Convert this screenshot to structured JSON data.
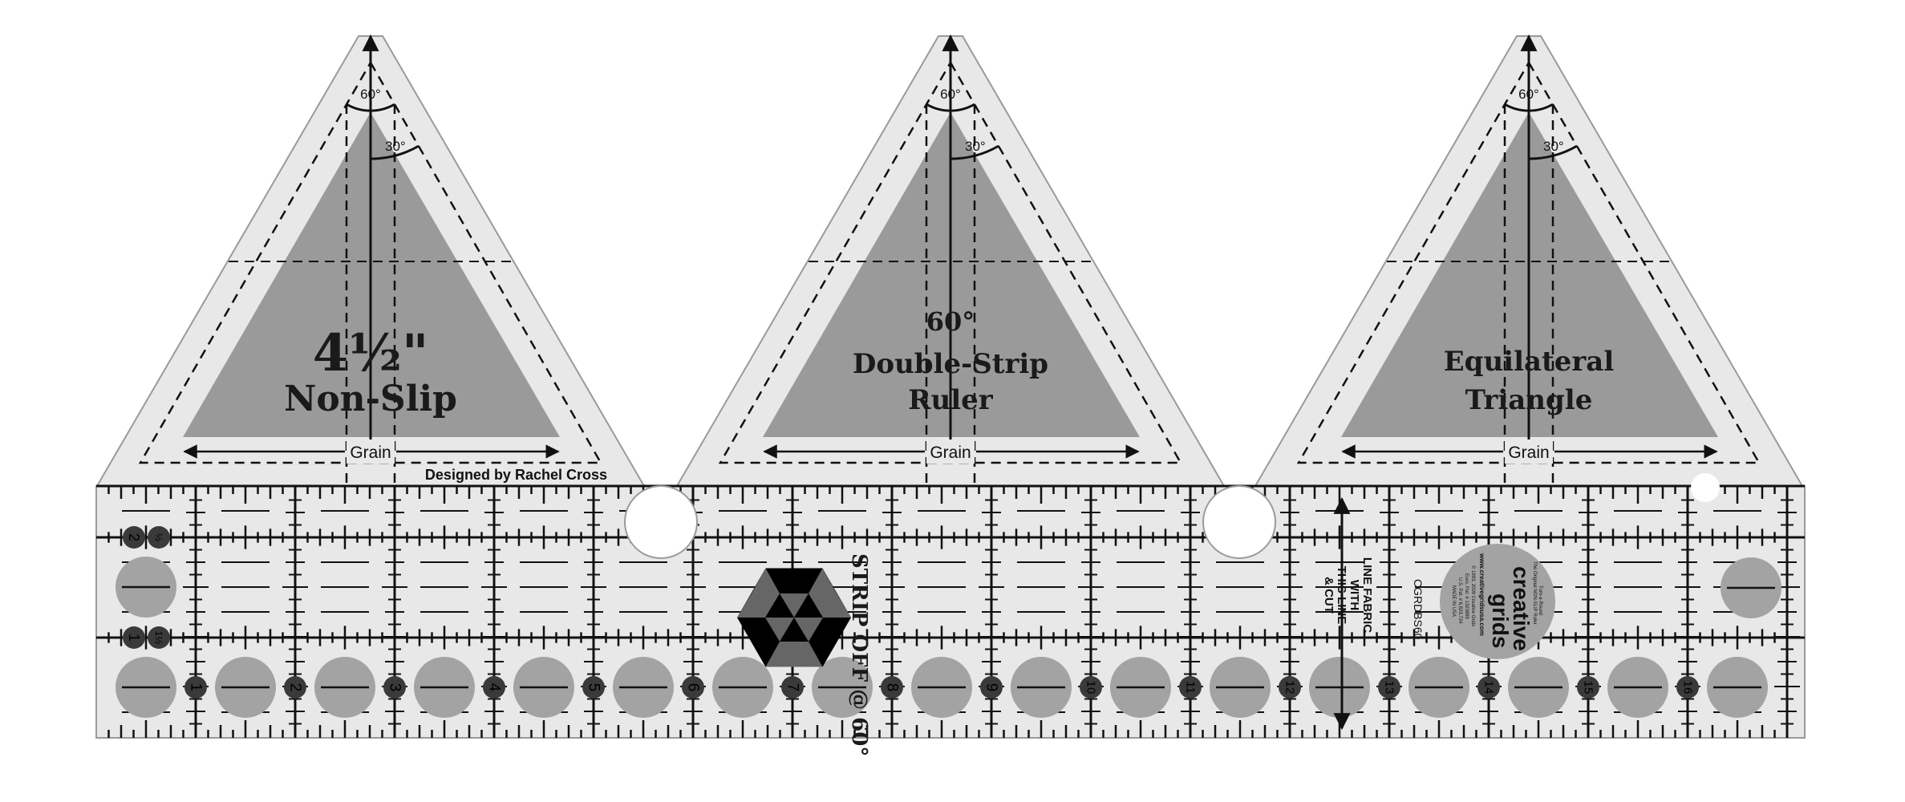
{
  "product": {
    "angle_top": "60°",
    "angle_side": "30°",
    "grain_label": "Grain",
    "designer": "Designed by Rachel Cross",
    "triangles": [
      {
        "line1": "4½\"",
        "line2": "Non-Slip"
      },
      {
        "line0": "60°",
        "line1": "Double-Strip",
        "line2": "Ruler"
      },
      {
        "line1": "Equilateral",
        "line2": "Triangle"
      }
    ],
    "strip_off": "STRIP OFF @ 60°",
    "line_fabric": [
      "LINE FABRIC",
      "WITH",
      "THIS LINE",
      "& CUT"
    ],
    "sku": "CGRDBS60",
    "inch_numbers": [
      "1",
      "2",
      "3",
      "4",
      "5",
      "6",
      "7",
      "8",
      "9",
      "10",
      "11",
      "12",
      "13",
      "14",
      "15",
      "16"
    ],
    "left_column_numbers": [
      [
        "2",
        "½"
      ],
      [
        "1",
        "1½"
      ]
    ],
    "logo": {
      "tagline_top": "Turn-a-Round",
      "tagline": "The Original NON-SLIP Ruler",
      "brand1": "creative",
      "brand2": "grids",
      "url": "www.creativegridsusa.com",
      "copyright": "© 1993, 2009 Creative Grids",
      "patent1": "Euro. Pat. # 1323899",
      "patent2": "U.S. Pat. # 6,823,724",
      "origin": "MADE IN USA"
    },
    "colors": {
      "ruler": "#e8e8e8",
      "triangle_fill": "#9a9a9a",
      "ink": "#111111",
      "number_dot": "#3a3a3a",
      "circle": "#a3a3a3"
    }
  }
}
